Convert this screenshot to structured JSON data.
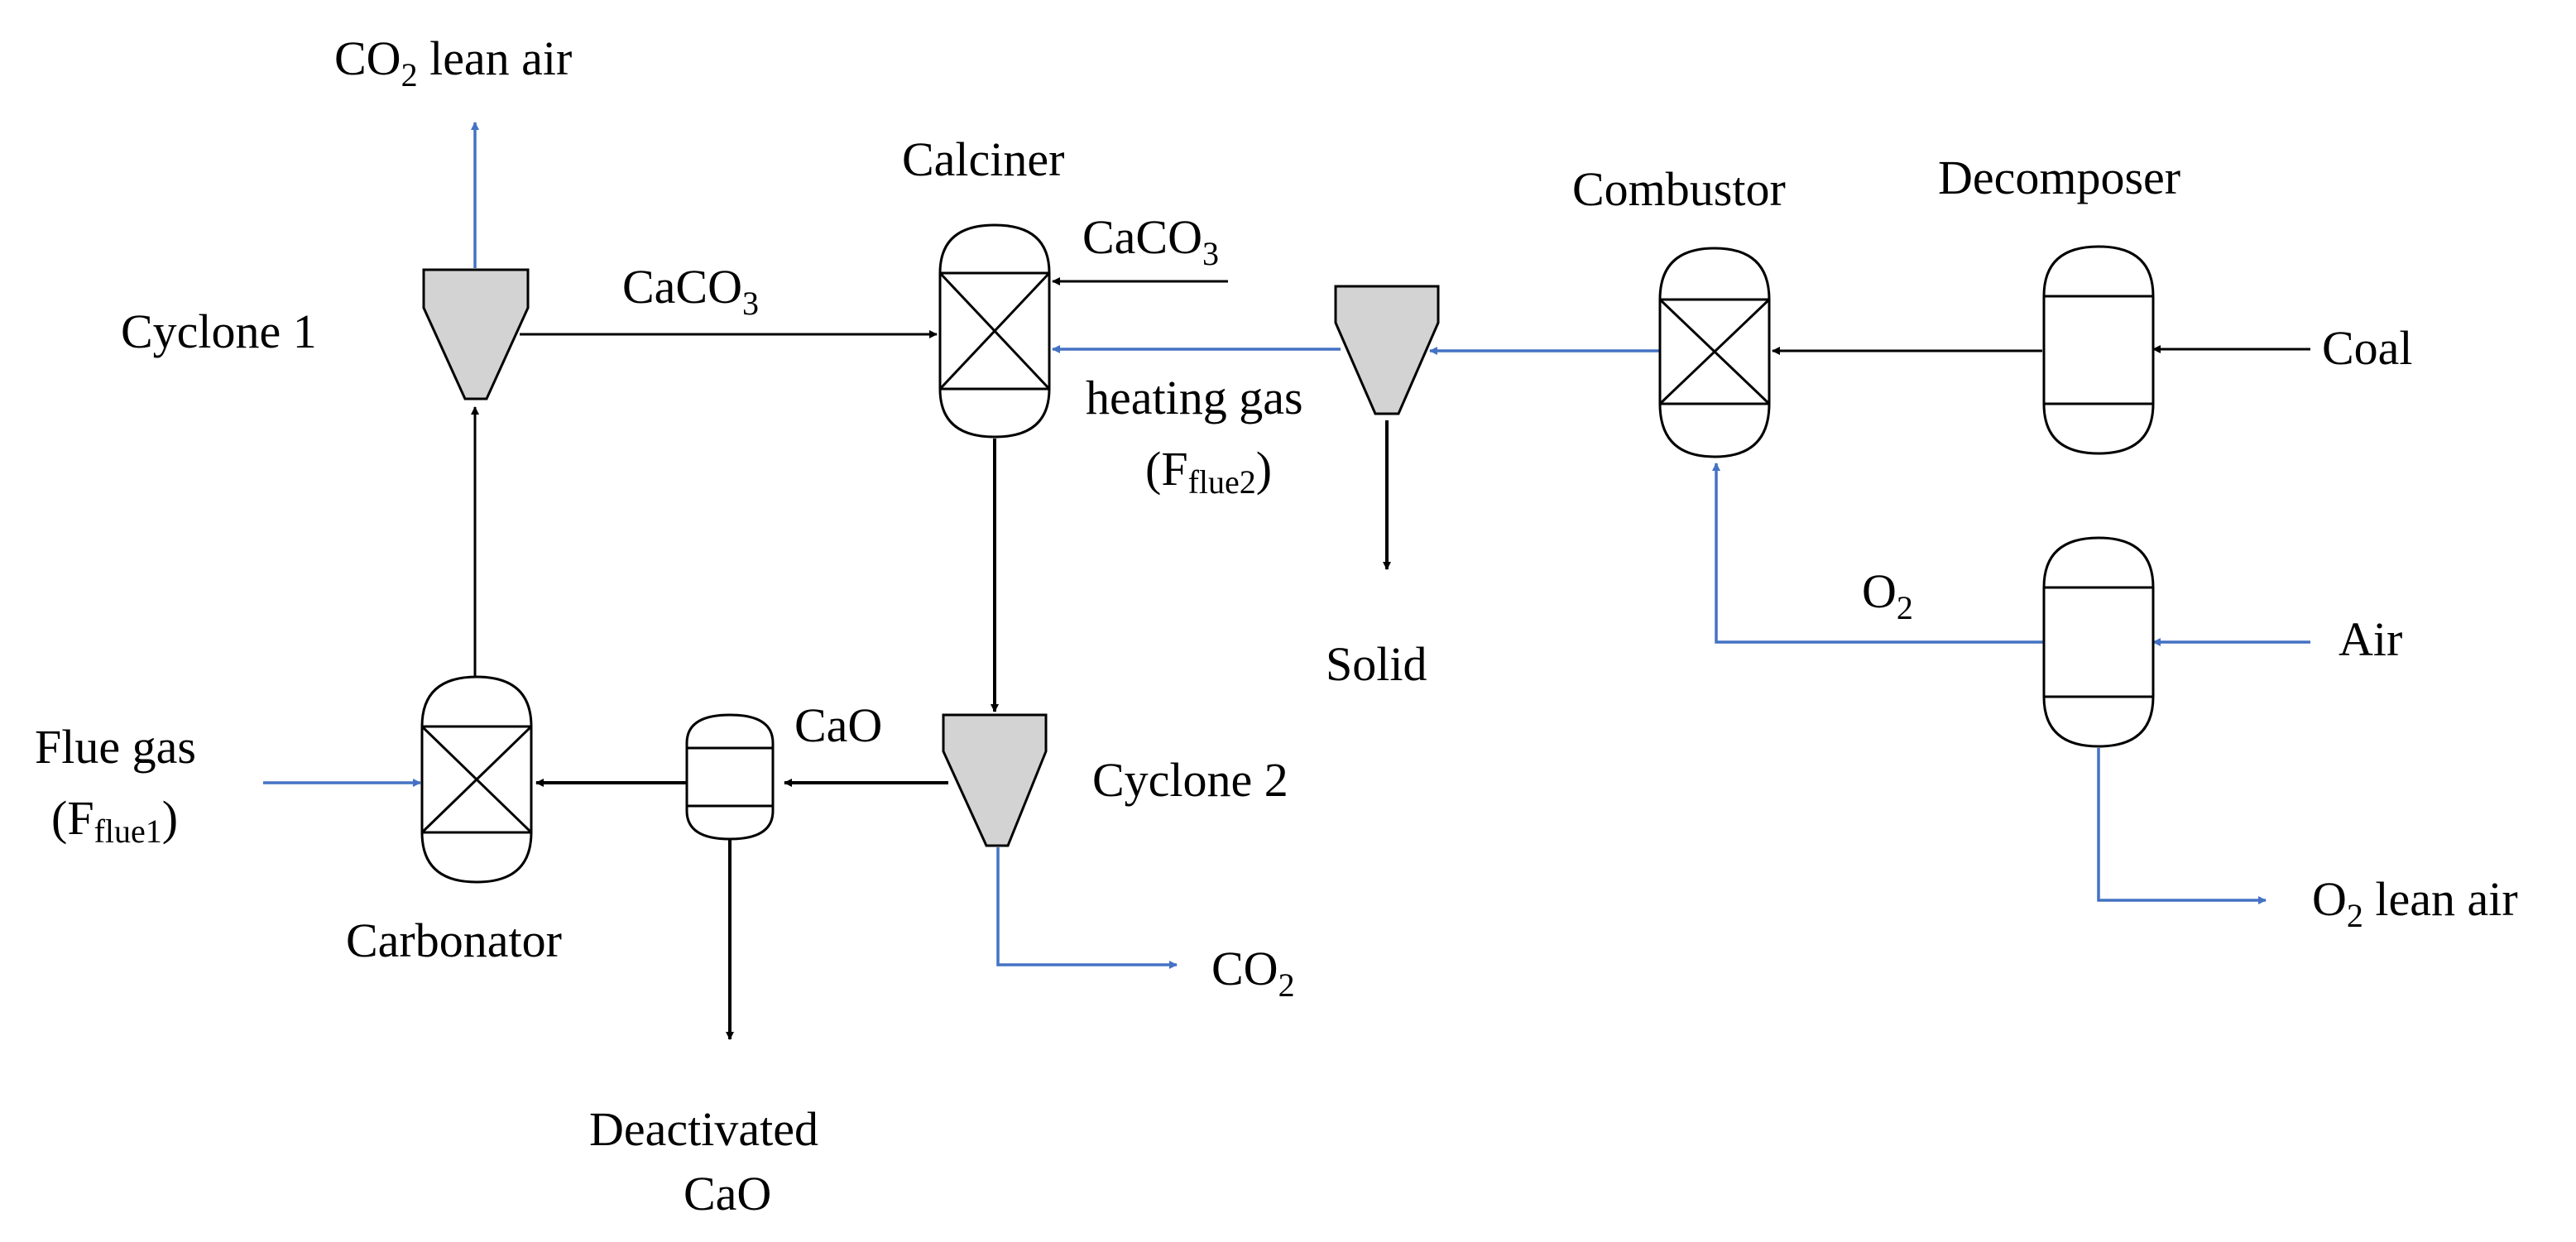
{
  "colors": {
    "stream_black": "#000000",
    "stream_blue": "#4472c4",
    "cyclone_fill": "#d3d3d3"
  },
  "labels": {
    "co2_lean_air": {
      "main": "CO",
      "sub": "2",
      "tail": " lean air"
    },
    "calciner": "Calciner",
    "caco3_feed": {
      "main": "CaCO",
      "sub": "3"
    },
    "caco3_stream": {
      "main": "CaCO",
      "sub": "3"
    },
    "cyclone1": "Cyclone 1",
    "heating_gas": "heating gas",
    "f_flue2": {
      "open": "(F",
      "sub": "flue2",
      "close": ")"
    },
    "combustor": "Combustor",
    "decomposer": "Decomposer",
    "coal": "Coal",
    "solid": "Solid",
    "o2": {
      "main": "O",
      "sub": "2"
    },
    "air": "Air",
    "flue_gas": "Flue gas",
    "f_flue1": {
      "open": "(F",
      "sub": "flue1",
      "close": ")"
    },
    "cao": "CaO",
    "cyclone2": "Cyclone 2",
    "carbonator": "Carbonator",
    "co2_out": {
      "main": "CO",
      "sub": "2"
    },
    "o2_lean_air": {
      "main": "O",
      "sub": "2",
      "tail": " lean air"
    },
    "deactivated": "Deactivated",
    "deactivated_cao": "CaO"
  }
}
